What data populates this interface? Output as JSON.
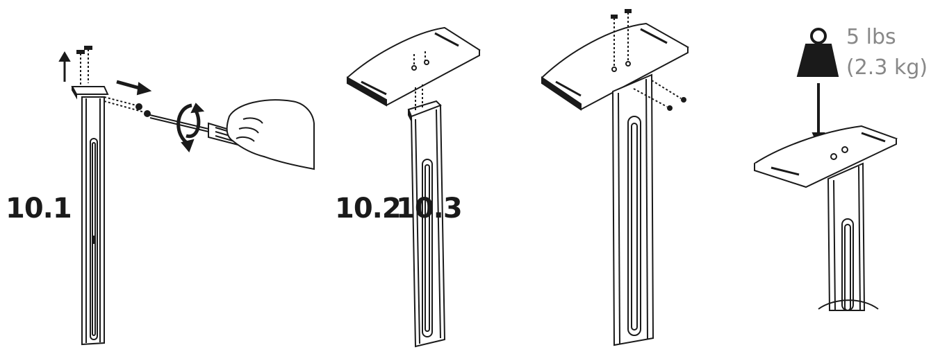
{
  "steps": [
    {
      "label": "10.1"
    },
    {
      "label": "10.2"
    },
    {
      "label": "10.3"
    }
  ],
  "weight": {
    "line1": "5 lbs",
    "line2": "(2.3 kg)"
  },
  "colors": {
    "ink": "#1a1a1a",
    "weight_text": "#888888",
    "background": "#ffffff"
  },
  "icons": [
    "arrow-up-icon",
    "arrow-right-icon",
    "rotate-icon",
    "screwdriver-icon",
    "hand-icon",
    "weight-icon",
    "arrow-down-icon"
  ]
}
